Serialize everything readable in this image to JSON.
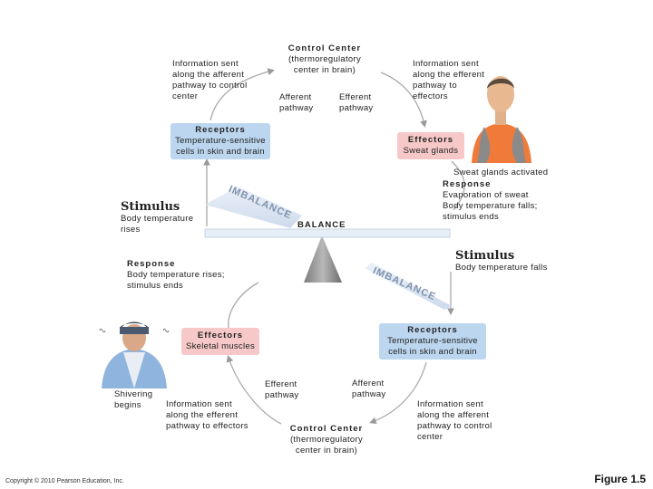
{
  "top": {
    "info_afferent_top": [
      "Information sent",
      "along the afferent",
      "pathway to control",
      "center"
    ],
    "control_center_title": "Control Center",
    "control_center_sub": [
      "(thermoregulatory",
      "center in brain)"
    ],
    "afferent_pathway": [
      "Afferent",
      "pathway"
    ],
    "efferent_pathway": [
      "Efferent",
      "pathway"
    ],
    "info_efferent_top": [
      "Information sent",
      "along the efferent",
      "pathway to",
      "effectors"
    ],
    "receptors_title": "Receptors",
    "receptors_sub": [
      "Temperature-sensitive",
      "cells in skin and brain"
    ],
    "effectors_title": "Effectors",
    "effectors_sub": "Sweat glands",
    "sweat_activated": "Sweat glands activated",
    "response_title": "Response",
    "response_lines": [
      "Evaporation of sweat",
      "Body temperature falls;",
      "stimulus ends"
    ],
    "stimulus_title": "Stimulus",
    "stimulus_lines": [
      "Body temperature",
      "rises"
    ]
  },
  "center": {
    "balance": "BALANCE",
    "imbalance_left": "IMBALANCE",
    "imbalance_right": "IMBALANCE"
  },
  "bottom": {
    "response_title": "Response",
    "response_lines": [
      "Body temperature rises;",
      "stimulus ends"
    ],
    "stimulus_title": "Stimulus",
    "stimulus_line": "Body temperature falls",
    "effectors_title": "Effectors",
    "effectors_sub": "Skeletal muscles",
    "receptors_title": "Receptors",
    "receptors_sub": [
      "Temperature-sensitive",
      "cells in skin and brain"
    ],
    "shivering": [
      "Shivering",
      "begins"
    ],
    "info_efferent": [
      "Information sent",
      "along the efferent",
      "pathway to effectors"
    ],
    "efferent_pathway": [
      "Efferent",
      "pathway"
    ],
    "afferent_pathway": [
      "Afferent",
      "pathway"
    ],
    "control_center_title": "Control Center",
    "control_center_sub": [
      "(thermoregulatory",
      "center in brain)"
    ],
    "info_afferent": [
      "Information sent",
      "along the afferent",
      "pathway to control",
      "center"
    ]
  },
  "footer": {
    "copyright": "Copyright © 2010 Pearson Education, Inc.",
    "figure": "Figure 1.5"
  },
  "colors": {
    "pink_box": "#f6c8c8",
    "blue_box": "#bcd6ef",
    "arrow": "#b5b5b5",
    "pale_blue": "#dbe6f3"
  }
}
